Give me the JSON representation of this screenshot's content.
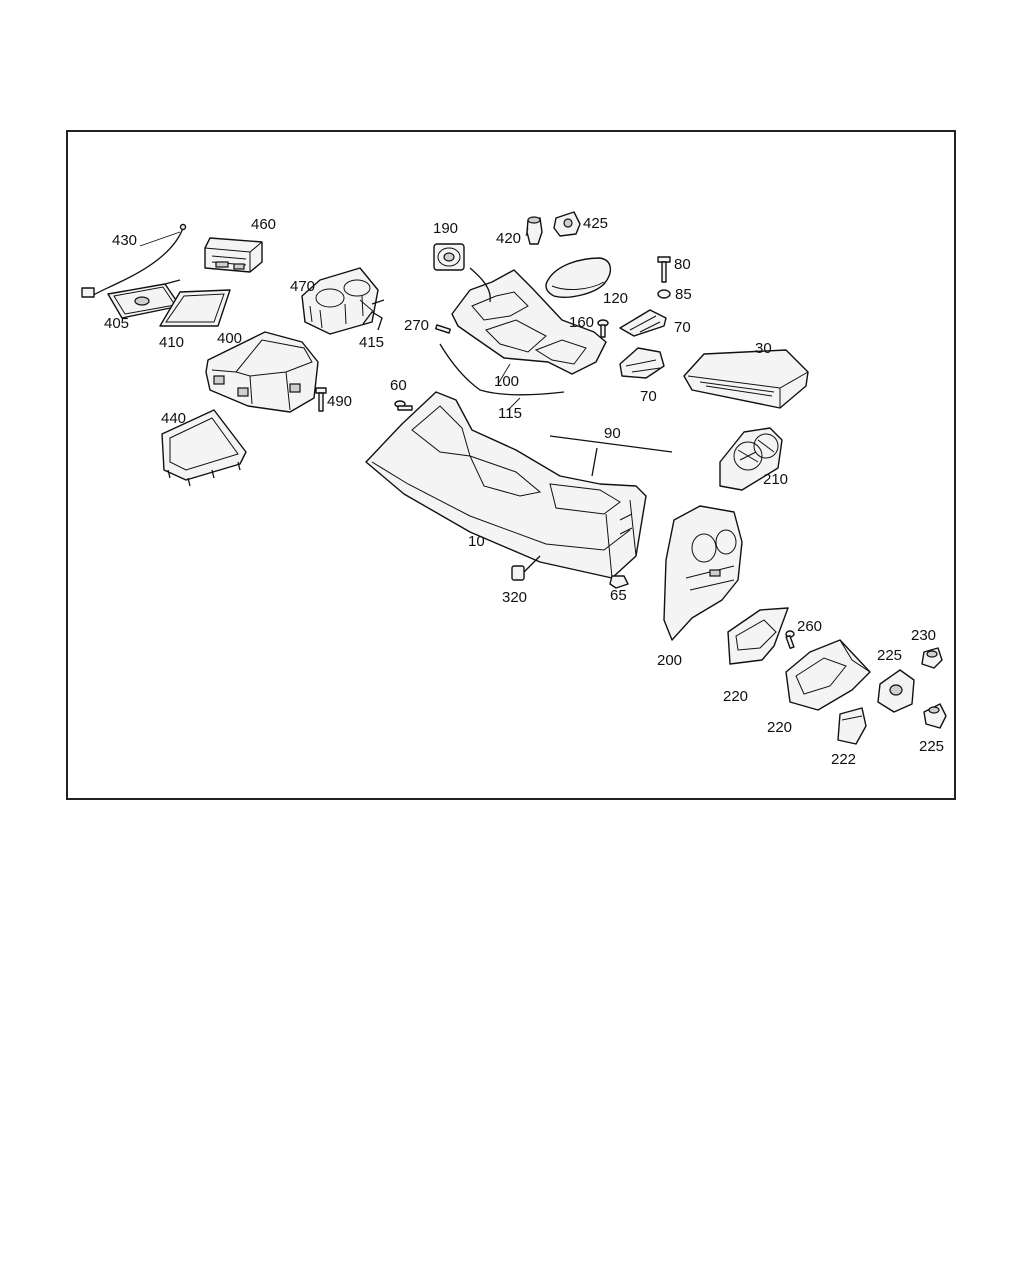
{
  "callouts": [
    {
      "id": "l430",
      "text": "430"
    },
    {
      "id": "l460",
      "text": "460"
    },
    {
      "id": "l405",
      "text": "405"
    },
    {
      "id": "l410",
      "text": "410"
    },
    {
      "id": "l470",
      "text": "470"
    },
    {
      "id": "l415",
      "text": "415"
    },
    {
      "id": "l400",
      "text": "400"
    },
    {
      "id": "l490",
      "text": "490"
    },
    {
      "id": "l440",
      "text": "440"
    },
    {
      "id": "l190",
      "text": "190"
    },
    {
      "id": "l420",
      "text": "420"
    },
    {
      "id": "l425",
      "text": "425"
    },
    {
      "id": "l270",
      "text": "270"
    },
    {
      "id": "l80",
      "text": "80"
    },
    {
      "id": "l85",
      "text": "85"
    },
    {
      "id": "l120",
      "text": "120"
    },
    {
      "id": "l160",
      "text": "160"
    },
    {
      "id": "l70a",
      "text": "70"
    },
    {
      "id": "l70b",
      "text": "70"
    },
    {
      "id": "l30",
      "text": "30"
    },
    {
      "id": "l100",
      "text": "100"
    },
    {
      "id": "l115",
      "text": "115"
    },
    {
      "id": "l60",
      "text": "60"
    },
    {
      "id": "l90",
      "text": "90"
    },
    {
      "id": "l210",
      "text": "210"
    },
    {
      "id": "l10",
      "text": "10"
    },
    {
      "id": "l320",
      "text": "320"
    },
    {
      "id": "l65",
      "text": "65"
    },
    {
      "id": "l200",
      "text": "200"
    },
    {
      "id": "l260",
      "text": "260"
    },
    {
      "id": "l230",
      "text": "230"
    },
    {
      "id": "l225a",
      "text": "225"
    },
    {
      "id": "l220a",
      "text": "220"
    },
    {
      "id": "l220b",
      "text": "220"
    },
    {
      "id": "l225b",
      "text": "225"
    },
    {
      "id": "l222",
      "text": "222"
    }
  ]
}
